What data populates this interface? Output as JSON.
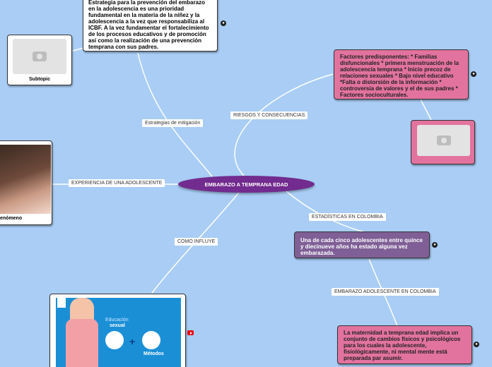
{
  "root": {
    "title": "EMBARAZO A TEMPRANA EDAD"
  },
  "connectors": {
    "mitigation": "Estrategias de mitigación",
    "risks": "RIESGOS Y CONSECUENCIAS",
    "experience": "EXPERIENCIA DE UNA ADOLESCENTE",
    "stats": "ESTADÍSTICAS EN COLOMBIA",
    "influence": "COMO INFLUYE",
    "teen_colombia": "EMBARAZO ADOLESCENTE EN COLOMBIA"
  },
  "nodes": {
    "strategy": "Estrategia para la prevención del embarazo en la adolescencia es una prioridad fundamental en la materia de la niñez y la adolescencia a la vez que responsabiliza al ICBF. A la vez fundamentar el fortalecimiento de los procesos educativos y de promoción así como la realización de una prevención temprana con sus padres.",
    "subtopic": "Subtopic",
    "factors": "Factores predisponentes: * Familias disfuncionales * primera menstruación de la adolescencia temprana * Inicio precoz de relaciones sexuales * Bajo nivel educativo *Falta o distorsión de la información * controversia de valores y el de sus padres * Factores socioculturales.",
    "phenomenon": "enómeno",
    "stats_text": "Una de cada cinco adolescentes entre quince y diecinueve años ha estado alguna vez embarazada.",
    "maternity": "La maternidad a temprana edad implica un conjunto de cambios físicos y psicológicos para los cuales la adolescente, fisiológicamente, ni mental mente está preparada par asumir.",
    "video": {
      "education": "Educación",
      "sexual": "sexual",
      "methods": "Métodos"
    }
  },
  "colors": {
    "background": "#a9cdf5",
    "root": "#722b8e",
    "purple_node": "#7f5f96",
    "pink_node": "#e2739e"
  }
}
